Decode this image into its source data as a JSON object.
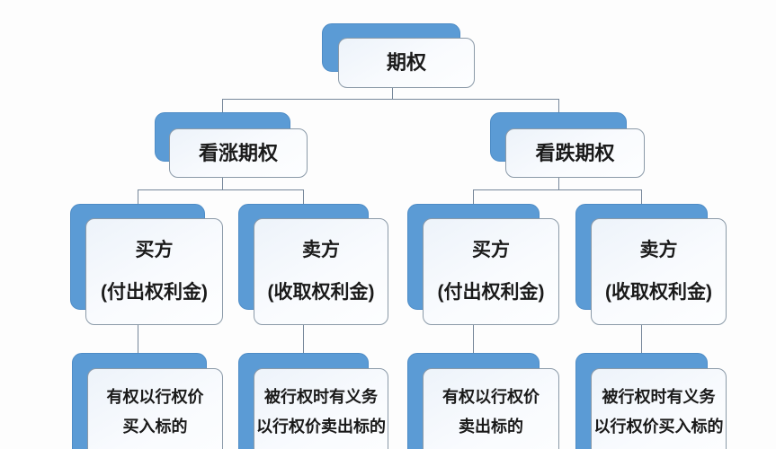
{
  "colors": {
    "accent_blue": "#5b9bd5",
    "box_fill_light": "#edf3fa",
    "box_border": "#8b9aa8",
    "connector": "#76879a",
    "text": "#1a1a1a",
    "background": "#fdfdfd"
  },
  "nodes": {
    "root": {
      "label": "期权"
    },
    "call": {
      "label": "看涨期权"
    },
    "put": {
      "label": "看跌期权"
    },
    "call_buyer": {
      "line1": "买方",
      "line2": "(付出权利金)"
    },
    "call_seller": {
      "line1": "卖方",
      "line2": "(收取权利金)"
    },
    "put_buyer": {
      "line1": "买方",
      "line2": "(付出权利金)"
    },
    "put_seller": {
      "line1": "卖方",
      "line2": "(收取权利金)"
    },
    "call_buyer_desc": {
      "line1": "有权以行权价",
      "line2": "买入标的"
    },
    "call_seller_desc": {
      "line1": "被行权时有义务",
      "line2": "以行权价卖出标的"
    },
    "put_buyer_desc": {
      "line1": "有权以行权价",
      "line2": "卖出标的"
    },
    "put_seller_desc": {
      "line1": "被行权时有义务",
      "line2": "以行权价买入标的"
    }
  }
}
